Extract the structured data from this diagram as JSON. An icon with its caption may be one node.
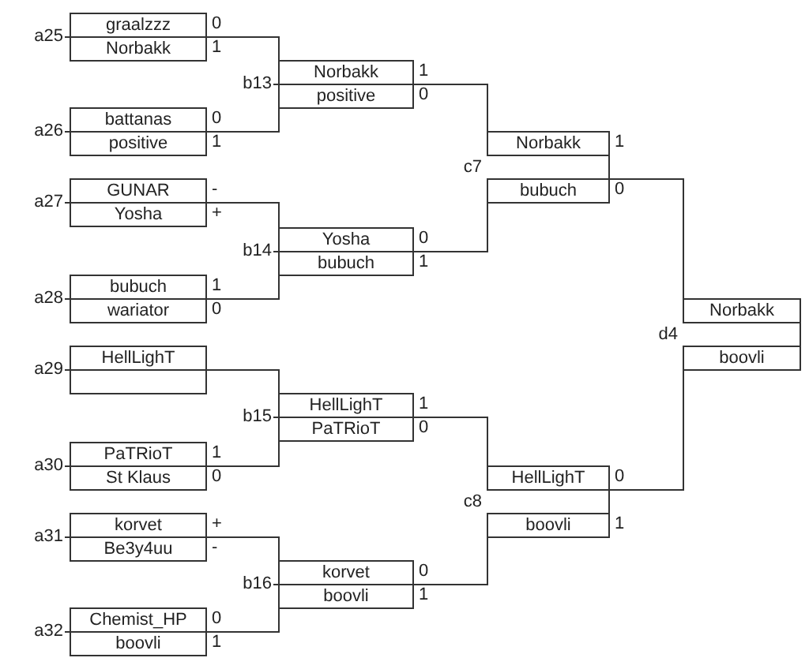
{
  "diagram": {
    "nodes": [
      {
        "text": [
          "graalzzz",
          "Norbakk"
        ],
        "beside": [
          "a25",
          "0",
          "1"
        ]
      },
      {
        "text": [
          "battanas",
          "positive"
        ],
        "beside": [
          "a26",
          "0",
          "1"
        ]
      },
      {
        "text": [
          "GUNAR",
          "Yosha"
        ],
        "beside": [
          "a27",
          "-",
          "+"
        ]
      },
      {
        "text": [
          "bubuch",
          "wariator"
        ],
        "beside": [
          "a28",
          "1",
          "0"
        ]
      },
      {
        "text": [
          "HellLighT"
        ],
        "beside": [
          "a29"
        ]
      },
      {
        "text": [
          "PaTRioT",
          "St Klaus"
        ],
        "beside": [
          "a30",
          "1",
          "0"
        ]
      },
      {
        "text": [
          "korvet",
          "Be3y4uu"
        ],
        "beside": [
          "a31",
          "+",
          "-"
        ]
      },
      {
        "text": [
          "Chemist_HP",
          "boovli"
        ],
        "beside": [
          "a32",
          "0",
          "1"
        ]
      },
      {
        "text": [
          "Norbakk",
          "positive"
        ],
        "beside": [
          "b13",
          "1",
          "0"
        ]
      },
      {
        "text": [
          "Yosha",
          "bubuch"
        ],
        "beside": [
          "b14",
          "0",
          "1"
        ]
      },
      {
        "text": [
          "HellLighT",
          "PaTRioT"
        ],
        "beside": [
          "b15",
          "1",
          "0"
        ]
      },
      {
        "text": [
          "korvet",
          "boovli"
        ],
        "beside": [
          "b16",
          "0",
          "1"
        ]
      },
      {
        "text": [
          "Norbakk",
          "bubuch"
        ],
        "beside": [
          "c7",
          "1",
          "0"
        ]
      },
      {
        "text": [
          "HellLighT",
          "boovli"
        ],
        "beside": [
          "c8",
          "0",
          "1"
        ]
      },
      {
        "text": [
          "Norbakk",
          "boovli"
        ],
        "beside": [
          "d4"
        ]
      }
    ],
    "edges": [
      {
        "from": 0,
        "to": 8,
        "arrow": "none"
      },
      {
        "from": 1,
        "to": 8,
        "arrow": "none"
      },
      {
        "from": 2,
        "to": 9,
        "arrow": "none"
      },
      {
        "from": 3,
        "to": 9,
        "arrow": "none"
      },
      {
        "from": 4,
        "to": 10,
        "arrow": "none"
      },
      {
        "from": 5,
        "to": 10,
        "arrow": "none"
      },
      {
        "from": 6,
        "to": 11,
        "arrow": "none"
      },
      {
        "from": 7,
        "to": 11,
        "arrow": "none"
      },
      {
        "from": 8,
        "to": 12,
        "arrow": "none"
      },
      {
        "from": 9,
        "to": 12,
        "arrow": "none"
      },
      {
        "from": 10,
        "to": 13,
        "arrow": "none"
      },
      {
        "from": 11,
        "to": 13,
        "arrow": "none"
      },
      {
        "from": 12,
        "to": 14,
        "arrow": "none"
      },
      {
        "from": 13,
        "to": 14,
        "arrow": "none"
      }
    ]
  }
}
